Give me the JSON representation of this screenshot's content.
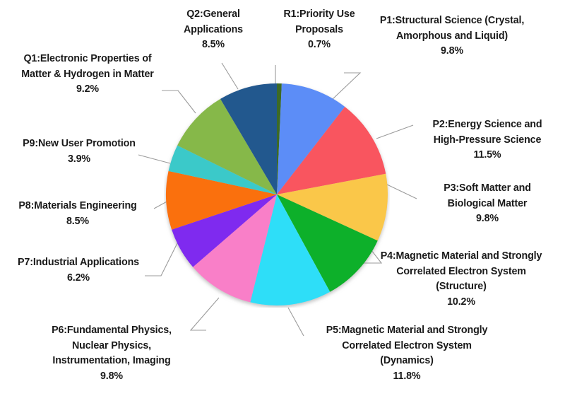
{
  "chart_data": {
    "type": "pie",
    "title": "",
    "legend_position": "outside-labels",
    "value_unit": "%",
    "categories": [
      "R1:Priority Use Proposals",
      "P1:Structural Science (Crystal, Amorphous and Liquid)",
      "P2:Energy Science and High-Pressure Science",
      "P3:Soft Matter and Biological Matter",
      "P4:Magnetic Material and Strongly Correlated Electron System (Structure)",
      "P5:Magnetic Material and Strongly Correlated Electron System (Dynamics)",
      "P6:Fundamental Physics, Nuclear Physics, Instrumentation, Imaging",
      "P7:Industrial Applications",
      "P8:Materials Engineering",
      "P9:New User Promotion",
      "Q1:Electronic Properties of Matter & Hydrogen in Matter",
      "Q2:General Applications"
    ],
    "values": [
      0.7,
      9.8,
      11.5,
      9.8,
      10.2,
      11.8,
      9.8,
      6.2,
      8.5,
      3.9,
      9.2,
      8.5
    ],
    "colors": [
      "#3C6B28",
      "#5B8DF7",
      "#F9555F",
      "#FAC748",
      "#0BB02B",
      "#2FDEF8",
      "#F97FC8",
      "#7F2AEF",
      "#FA7008",
      "#3BC9C9",
      "#86B84A",
      "#23598E"
    ]
  },
  "slices": [
    {
      "id": "r1",
      "lines": [
        "R1:Priority Use",
        "Proposals"
      ],
      "pct": "0.7%",
      "color": "#3C6B28"
    },
    {
      "id": "p1",
      "lines": [
        "P1:Structural Science (Crystal,",
        "Amorphous and Liquid)"
      ],
      "pct": "9.8%",
      "color": "#5B8DF7"
    },
    {
      "id": "p2",
      "lines": [
        "P2:Energy Science and",
        "High-Pressure Science"
      ],
      "pct": "11.5%",
      "color": "#F9555F"
    },
    {
      "id": "p3",
      "lines": [
        "P3:Soft Matter and",
        "Biological Matter"
      ],
      "pct": "9.8%",
      "color": "#FAC748"
    },
    {
      "id": "p4",
      "lines": [
        "P4:Magnetic Material and Strongly",
        "Correlated Electron System",
        "(Structure)"
      ],
      "pct": "10.2%",
      "color": "#0BB02B"
    },
    {
      "id": "p5",
      "lines": [
        "P5:Magnetic Material and Strongly",
        "Correlated Electron System",
        "(Dynamics)"
      ],
      "pct": "11.8%",
      "color": "#2FDEF8"
    },
    {
      "id": "p6",
      "lines": [
        "P6:Fundamental Physics,",
        "Nuclear Physics,",
        "Instrumentation, Imaging"
      ],
      "pct": "9.8%",
      "color": "#F97FC8"
    },
    {
      "id": "p7",
      "lines": [
        "P7:Industrial Applications"
      ],
      "pct": "6.2%",
      "color": "#7F2AEF"
    },
    {
      "id": "p8",
      "lines": [
        "P8:Materials Engineering"
      ],
      "pct": "8.5%",
      "color": "#FA7008"
    },
    {
      "id": "p9",
      "lines": [
        "P9:New User Promotion"
      ],
      "pct": "3.9%",
      "color": "#3BC9C9"
    },
    {
      "id": "q1",
      "lines": [
        "Q1:Electronic Properties of",
        "Matter & Hydrogen in Matter"
      ],
      "pct": "9.2%",
      "color": "#86B84A"
    },
    {
      "id": "q2",
      "lines": [
        "Q2:General",
        "Applications"
      ],
      "pct": "8.5%",
      "color": "#23598E"
    }
  ]
}
